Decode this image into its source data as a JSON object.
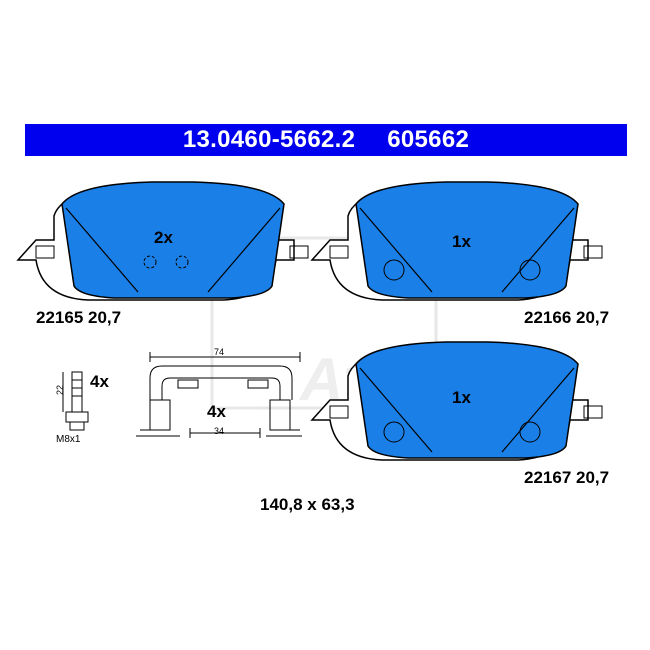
{
  "header": {
    "part_number": "13.0460-5662.2",
    "short_number": "605662",
    "background_color": "#0000ee"
  },
  "pads": [
    {
      "qty": "2x",
      "label": "22165 20,7"
    },
    {
      "qty": "1x",
      "label": "22166 20,7"
    },
    {
      "qty": "1x",
      "label": "22167 20,7"
    }
  ],
  "accessories": {
    "bolt_qty": "4x",
    "bolt_length": "22",
    "bolt_thread": "M8x1",
    "clip_qty": "4x",
    "clip_width_top": "74",
    "clip_width_bottom": "34"
  },
  "dimensions": "140,8 x 63,3",
  "colors": {
    "pad_fill": "#1a7fe6",
    "outline": "#000000",
    "watermark": "#cccccc"
  }
}
